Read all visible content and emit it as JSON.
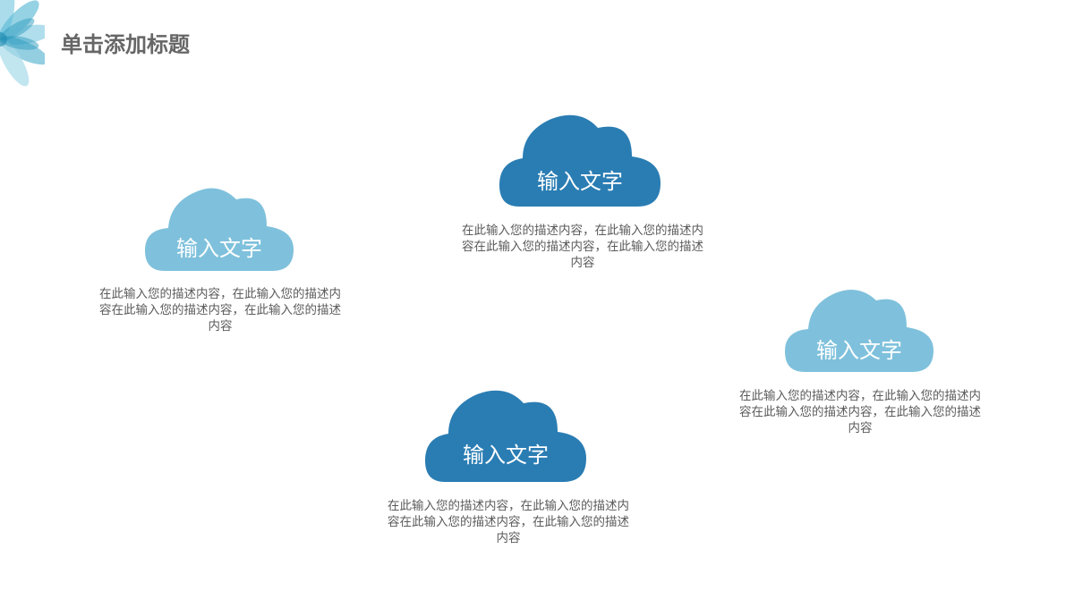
{
  "slide": {
    "title": "单击添加标题"
  },
  "colors": {
    "title": "#666666",
    "cloud_light": "#7fc1dc",
    "cloud_dark": "#2a7db3",
    "desc_text": "#5b5b5b",
    "flower_a": "#8fd0e6",
    "flower_b": "#3aa6c8"
  },
  "items": [
    {
      "label": "输入文字",
      "description": "在此输入您的描述内容，在此输入您的描述内容在此输入您的描述内容，在此输入您的描述内容",
      "style": "light"
    },
    {
      "label": "输入文字",
      "description": "在此输入您的描述内容，在此输入您的描述内容在此输入您的描述内容，在此输入您的描述内容",
      "style": "dark"
    },
    {
      "label": "输入文字",
      "description": "在此输入您的描述内容，在此输入您的描述内容在此输入您的描述内容，在此输入您的描述内容",
      "style": "light"
    },
    {
      "label": "输入文字",
      "description": "在此输入您的描述内容，在此输入您的描述内容在此输入您的描述内容，在此输入您的描述内容",
      "style": "dark"
    }
  ],
  "icons": {
    "corner_decoration": "flower-icon",
    "cloud": "cloud-shape"
  }
}
